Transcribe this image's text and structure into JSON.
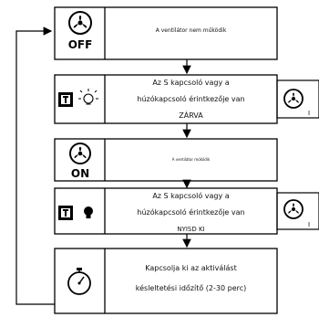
{
  "steps": {
    "s1": {
      "icon_label": "OFF",
      "text": "A ventilátor nem működik",
      "icons": [
        "fan-icon"
      ]
    },
    "s2": {
      "line1": "Az S kapcsoló vagy a",
      "line2": "húzókapcsoló érintkezője van",
      "line3": "ZÁRVA",
      "icons": [
        "switch-icon",
        "lamp-off-icon",
        "fan-icon"
      ],
      "side_mark": "I"
    },
    "s3": {
      "icon_label": "ON",
      "text": "A ventilátor működik",
      "icons": [
        "fan-icon"
      ]
    },
    "s4": {
      "line1": "Az S kapcsoló vagy a",
      "line2": "húzókapcsoló érintkezője van",
      "line3": "NYISD KI",
      "icons": [
        "switch-icon",
        "lamp-on-icon",
        "fan-icon"
      ],
      "side_mark": "I"
    },
    "s5": {
      "line1": "Kapcsolja ki az aktiválást",
      "line2": "késleltetési időzítő (2-30 perc)",
      "icons": [
        "timer-icon"
      ]
    }
  }
}
